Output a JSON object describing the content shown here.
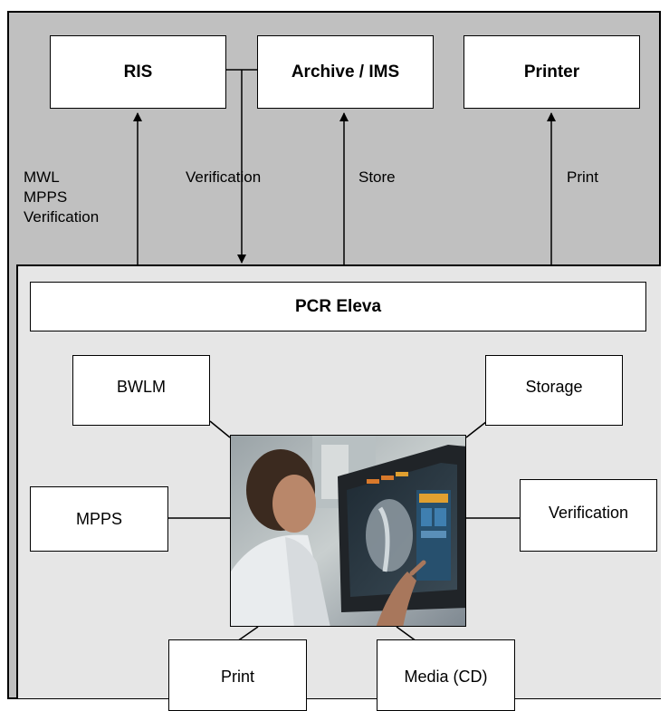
{
  "external": {
    "ris": "RIS",
    "archive": "Archive / IMS",
    "printer": "Printer"
  },
  "links": {
    "ris_lines": [
      "MWL",
      "MPPS",
      "Verification"
    ],
    "verification": "Verification",
    "store": "Store",
    "print": "Print"
  },
  "system": {
    "title": "PCR Eleva",
    "services": {
      "bwlm": "BWLM",
      "storage": "Storage",
      "mpps": "MPPS",
      "verification": "Verification",
      "print": "Print",
      "media": "Media (CD)"
    }
  },
  "colors": {
    "outer_background": "#c0c0c0",
    "inner_background": "#e6e6e6",
    "box_fill": "#ffffff"
  }
}
